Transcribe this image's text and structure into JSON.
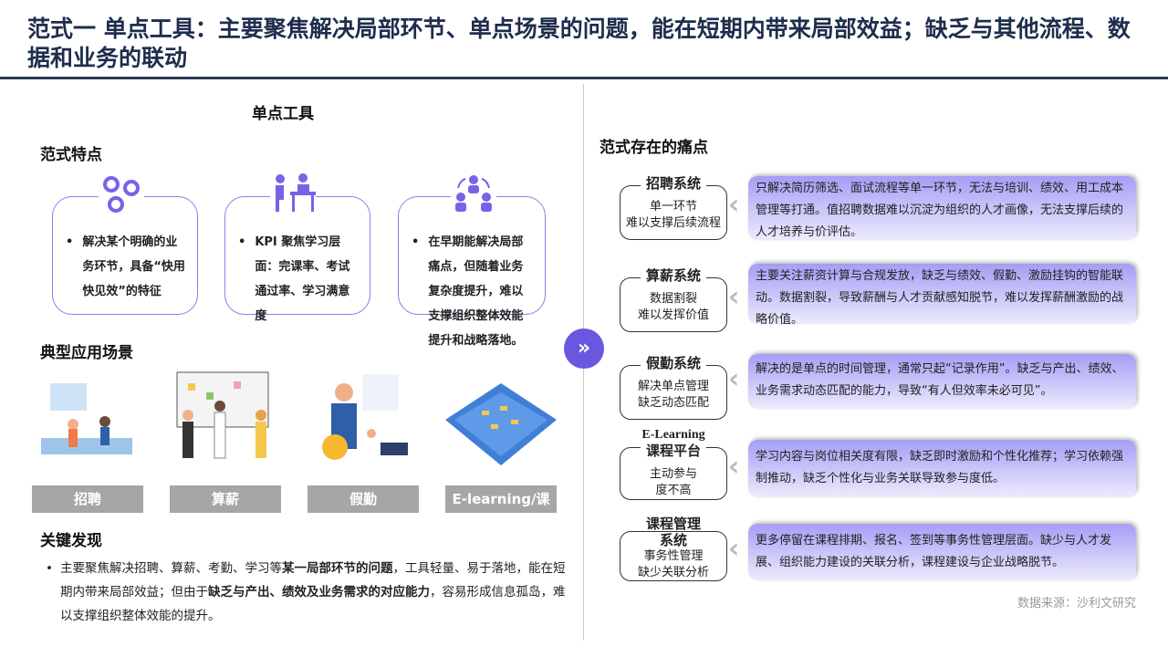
{
  "title": "范式一 单点工具：主要聚焦解决局部环节、单点场景的问题，能在短期内带来局部效益；缺乏与其他流程、数据和业务的联动",
  "left": {
    "heading": "单点工具",
    "features_title": "范式特点",
    "features": [
      {
        "icon": "people-network-icon",
        "text": "解决某个明确的业务环节，具备“快用快见效”的特征"
      },
      {
        "icon": "interview-desk-icon",
        "text": "KPI 聚焦学习层面：完课率、考试通过率、学习满意度"
      },
      {
        "icon": "team-cycle-icon",
        "text": "在早期能解决局部痛点，但随着业务复杂度提升，难以支撑组织整体效能提升和战略落地。"
      }
    ],
    "scenes_title": "典型应用场景",
    "scenes": [
      "招聘",
      "算薪",
      "假勤",
      "E-learning/课程"
    ],
    "findings_title": "关键发现",
    "findings": {
      "p1": "主要聚焦解决招聘、算薪、考勤、学习等",
      "b1": "某一局部环节的问题",
      "p2": "，工具轻量、易于落地，能在短期内带来局部效益；但由于",
      "b2": "缺乏与产出、绩效及业务需求的对应能力",
      "p3": "，容易形成信息孤岛，难以支撑组织整体效能的提升。"
    }
  },
  "right": {
    "heading": "范式存在的痛点",
    "items": [
      {
        "title": "招聘系统",
        "sub1": "单一环节",
        "sub2": "难以支撑后续流程",
        "desc": "只解决简历筛选、面试流程等单一环节，无法与培训、绩效、用工成本管理等打通。值招聘数据难以沉淀为组织的人才画像，无法支撑后续的人才培养与价评估。"
      },
      {
        "title": "算薪系统",
        "sub1": "数据割裂",
        "sub2": "难以发挥价值",
        "desc": "主要关注薪资计算与合规发放，缺乏与绩效、假勤、激励挂钩的智能联动。数据割裂，导致薪酬与人才贡献感知脱节，难以发挥薪酬激励的战略价值。"
      },
      {
        "title": "假勤系统",
        "sub1": "解决单点管理",
        "sub2": "缺乏动态匹配",
        "desc": "解决的是单点的时间管理，通常只起“记录作用”。缺乏与产出、绩效、业务需求动态匹配的能力，导致“有人但效率未必可见”。"
      },
      {
        "title0": "E-Learning",
        "title": "课程平台",
        "sub1": "主动参与",
        "sub2": "度不高",
        "desc": "学习内容与岗位相关度有限，缺乏即时激励和个性化推荐；学习依赖强制推动，缺乏个性化与业务关联导致参与度低。"
      },
      {
        "title0": "课程管理",
        "title": "系统",
        "sub1": "事务性管理",
        "sub2": "缺少关联分析",
        "desc": "更多停留在课程排期、报名、签到等事务性管理层面。缺少与人才发展、组织能力建设的关联分析，课程建设与企业战略脱节。"
      }
    ],
    "source": "数据来源：沙利文研究"
  },
  "colors": {
    "accent": "#6a57e0",
    "title": "#1f2d4d"
  }
}
